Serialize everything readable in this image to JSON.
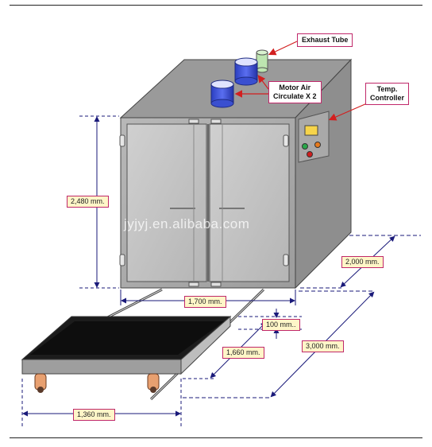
{
  "callouts": {
    "exhaust_tube": "Exhaust Tube",
    "motor_air_line1": "Motor Air",
    "motor_air_line2": "Circulate X 2",
    "temp_line1": "Temp.",
    "temp_line2": "Controller"
  },
  "dimensions": {
    "height": "2,480 mm.",
    "width": "1,700 mm.",
    "depth": "2,000 mm.",
    "clearance": "100 mm..",
    "rail_height": "1,660 mm.",
    "track_length": "3,000 mm.",
    "trolley_width": "1,360 mm."
  },
  "watermark": "jyjyj.en.alibaba.com",
  "colors": {
    "oven_front": "#a8a8a8",
    "oven_side": "#8e8e8e",
    "oven_top": "#9a9a9a",
    "door_panel": "#c6c6c6",
    "dimension_line": "#1a1a7a",
    "callout_border": "#c0286a",
    "label_bg": "#fff6c8",
    "arrow": "#d21f1f",
    "motor": "#3b4fd6",
    "exhaust": "#bde5b0"
  }
}
